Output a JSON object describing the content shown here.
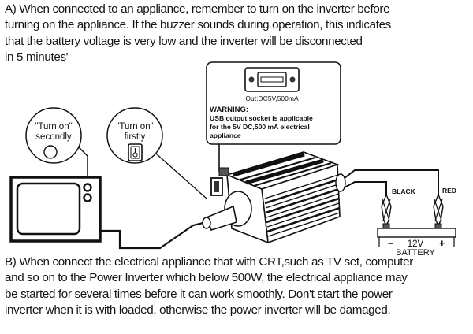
{
  "section_a": {
    "lines": [
      "A)  When connected to an appliance, remember to turn on the inverter before",
      "turning on the appliance. If the buzzer sounds during operation, this indicates",
      "that the battery voltage is very low and the inverter will be disconnected",
      "in 5 minutes'"
    ]
  },
  "usb_callout": {
    "port_label": "Out:DC5V,500mA",
    "warning_title": "WARNING:",
    "warning_lines": [
      "USB output socket is applicable",
      "for the 5V DC,500 mA electrical",
      "appliance"
    ]
  },
  "callouts": {
    "appliance": {
      "line1": "\"Turn on\"",
      "line2": "secondly"
    },
    "inverter": {
      "line1": "\"Turn on\"",
      "line2": "firstly"
    }
  },
  "battery": {
    "black_label": "BLACK",
    "red_label": "RED",
    "minus": "−",
    "voltage": "12V",
    "plus": "+",
    "name": "BATTERY"
  },
  "section_b": {
    "lines": [
      "B)  When connect the electrical appliance that with CRT,such as TV set, computer",
      "and so on to the Power Inverter which below 500W, the electrical appliance may",
      "be started for several times before it can work smoothly. Don't start the power",
      "inverter when it is with loaded, otherwise the power inverter will be damaged."
    ]
  }
}
